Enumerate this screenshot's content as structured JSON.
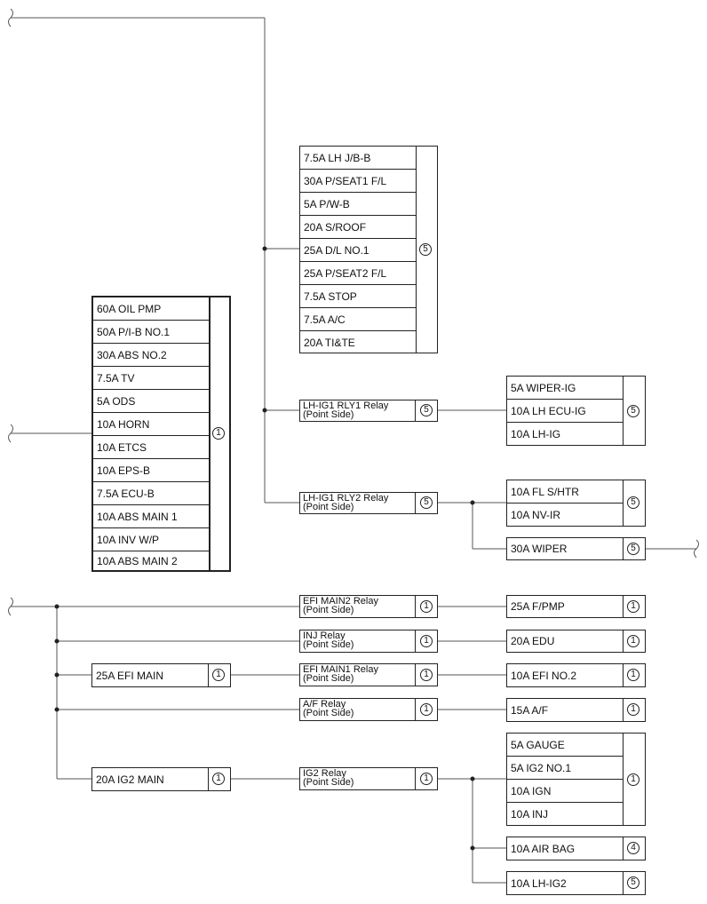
{
  "fuse_groups": {
    "top_right_group": {
      "circle": "5",
      "items": [
        "7.5A LH J/B-B",
        "30A P/SEAT1 F/L",
        "5A P/W-B",
        "20A S/ROOF",
        "25A D/L NO.1",
        "25A P/SEAT2 F/L",
        "7.5A STOP",
        "7.5A A/C",
        "20A TI&TE"
      ]
    },
    "left_group": {
      "circle": "1",
      "items": [
        "60A OIL PMP",
        "50A P/I-B NO.1",
        "30A ABS NO.2",
        "7.5A TV",
        "5A ODS",
        "10A HORN",
        "10A ETCS",
        "10A EPS-B",
        "7.5A ECU-B",
        "10A ABS MAIN 1",
        "10A INV W/P",
        "10A ABS MAIN 2"
      ]
    },
    "rly1_outputs": {
      "circle": "5",
      "items": [
        "5A WIPER-IG",
        "10A LH ECU-IG",
        "10A LH-IG"
      ]
    },
    "rly2_outputs": {
      "circle": "5",
      "items": [
        "10A FL S/HTR",
        "10A NV-IR"
      ]
    },
    "ig2_outputs": {
      "circle": "1",
      "items": [
        "5A GAUGE",
        "5A IG2 NO.1",
        "10A IGN",
        "10A INJ"
      ]
    }
  },
  "relays": {
    "lh_ig1_rly1": {
      "line1": "LH-IG1 RLY1 Relay",
      "line2": "(Point Side)",
      "circle": "5"
    },
    "lh_ig1_rly2": {
      "line1": "LH-IG1 RLY2 Relay",
      "line2": "(Point Side)",
      "circle": "5"
    },
    "efi_main2": {
      "line1": "EFI MAIN2 Relay",
      "line2": "(Point Side)",
      "circle": "1"
    },
    "inj": {
      "line1": "INJ Relay",
      "line2": "(Point Side)",
      "circle": "1"
    },
    "efi_main1": {
      "line1": "EFI MAIN1 Relay",
      "line2": "(Point Side)",
      "circle": "1"
    },
    "af": {
      "line1": "A/F Relay",
      "line2": "(Point Side)",
      "circle": "1"
    },
    "ig2": {
      "line1": "IG2 Relay",
      "line2": "(Point Side)",
      "circle": "1"
    }
  },
  "single_fuses": {
    "wiper": {
      "label": "30A WIPER",
      "circle": "5"
    },
    "f_pmp": {
      "label": "25A F/PMP",
      "circle": "1"
    },
    "edu": {
      "label": "20A EDU",
      "circle": "1"
    },
    "efi_main": {
      "label": "25A EFI MAIN",
      "circle": "1"
    },
    "efi_no2": {
      "label": "10A EFI NO.2",
      "circle": "1"
    },
    "af": {
      "label": "15A A/F",
      "circle": "1"
    },
    "ig2_main": {
      "label": "20A IG2 MAIN",
      "circle": "1"
    },
    "air_bag": {
      "label": "10A AIR BAG",
      "circle": "4"
    },
    "lh_ig2": {
      "label": "10A LH-IG2",
      "circle": "5"
    }
  }
}
